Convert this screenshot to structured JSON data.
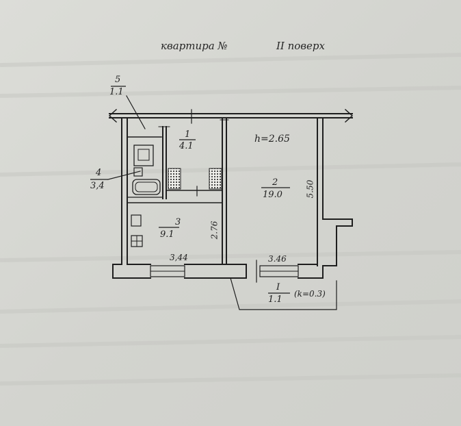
{
  "header": {
    "apartment_label": "квартира №",
    "floor_label": "II поверх"
  },
  "plan": {
    "ceiling_height": "h=2.65",
    "rooms": [
      {
        "number": "1",
        "area": "4.1"
      },
      {
        "number": "2",
        "area": "19.0"
      },
      {
        "number": "3",
        "area": "9.1"
      },
      {
        "number": "4",
        "area": "3,4"
      },
      {
        "number": "5",
        "area": "1.1"
      }
    ],
    "balcony": {
      "number": "I",
      "area": "1.1",
      "note": "(k=0.3)"
    },
    "dimensions": {
      "room3_width": "3,44",
      "room2_width": "3.46",
      "room3_depth": "2.76",
      "room2_depth": "5.50"
    }
  },
  "colors": {
    "paper": "#d4d5d0",
    "ink": "#1e1e1e"
  }
}
